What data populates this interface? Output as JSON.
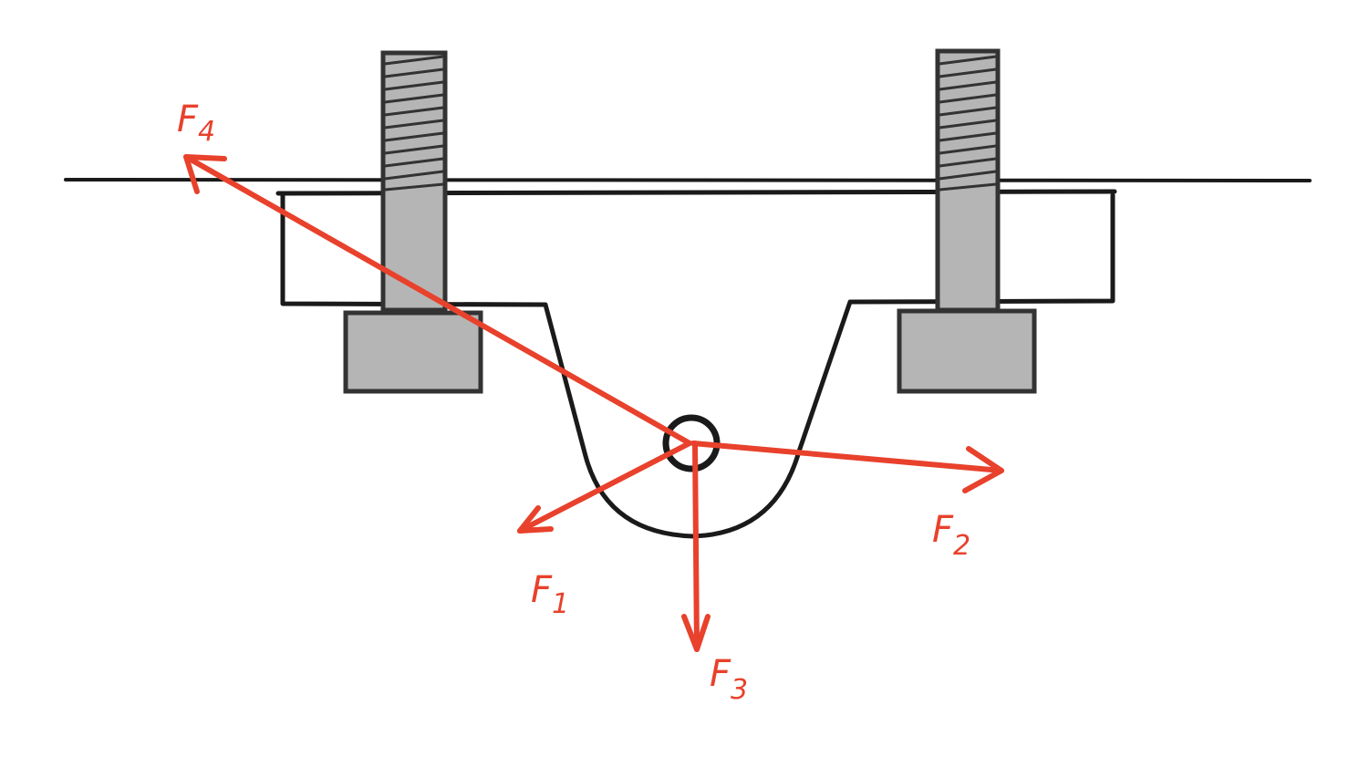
{
  "diagram": {
    "colors": {
      "structure": "#1a1a1a",
      "bolt_fill": "#b5b5b5",
      "force": "#e8412c",
      "background": "#ffffff"
    },
    "forces": [
      {
        "id": "F1",
        "letter": "F",
        "subscript": "1"
      },
      {
        "id": "F2",
        "letter": "F",
        "subscript": "2"
      },
      {
        "id": "F3",
        "letter": "F",
        "subscript": "3"
      },
      {
        "id": "F4",
        "letter": "F",
        "subscript": "4"
      }
    ]
  }
}
